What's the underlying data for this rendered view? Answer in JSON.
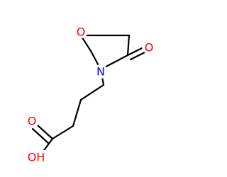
{
  "colors": {
    "background": "#ffffff",
    "bond": "#000000",
    "oxygen": "#ff0000",
    "nitrogen": "#0000ff"
  },
  "atoms": {
    "ring_oxygen": {
      "label": "O",
      "element": "oxygen"
    },
    "ring_nitrogen": {
      "label": "N",
      "element": "nitrogen"
    },
    "ketone_oxygen": {
      "label": "O",
      "element": "oxygen"
    },
    "carbonyl_oxygen": {
      "label": "O",
      "element": "oxygen"
    },
    "hydroxyl": {
      "label": "OH",
      "element": "oxygen"
    }
  }
}
